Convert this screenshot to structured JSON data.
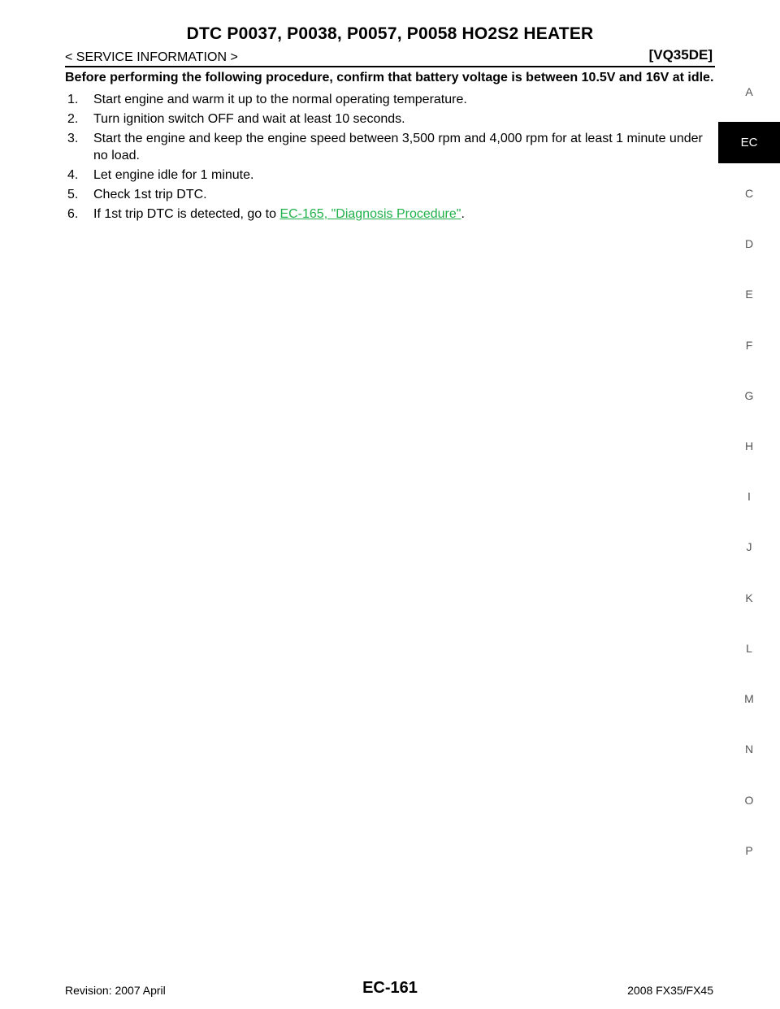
{
  "header": {
    "title": "DTC P0037, P0038, P0057, P0058 HO2S2 HEATER",
    "section": "< SERVICE INFORMATION >",
    "engine": "[VQ35DE]"
  },
  "content": {
    "note": "Before performing the following procedure, confirm that battery voltage is between 10.5V and 16V at idle.",
    "steps": [
      {
        "num": "1.",
        "text": "Start engine and warm it up to the normal operating temperature."
      },
      {
        "num": "2.",
        "text": "Turn ignition switch OFF and wait at least 10 seconds."
      },
      {
        "num": "3.",
        "text": "Start the engine and keep the engine speed between 3,500 rpm and 4,000 rpm for at least 1 minute under no load."
      },
      {
        "num": "4.",
        "text": "Let engine idle for 1 minute."
      },
      {
        "num": "5.",
        "text": "Check 1st trip DTC."
      },
      {
        "num": "6.",
        "text_before": "If 1st trip DTC is detected, go to ",
        "link": "EC-165, \"Diagnosis Procedure\"",
        "text_after": "."
      }
    ]
  },
  "side_index": [
    "A",
    "EC",
    "C",
    "D",
    "E",
    "F",
    "G",
    "H",
    "I",
    "J",
    "K",
    "L",
    "M",
    "N",
    "O",
    "P"
  ],
  "side_index_active": "EC",
  "footer": {
    "revision": "Revision: 2007 April",
    "page": "EC-161",
    "model": "2008 FX35/FX45"
  },
  "colors": {
    "link": "#22b24c",
    "active_tab_bg": "#000000"
  }
}
